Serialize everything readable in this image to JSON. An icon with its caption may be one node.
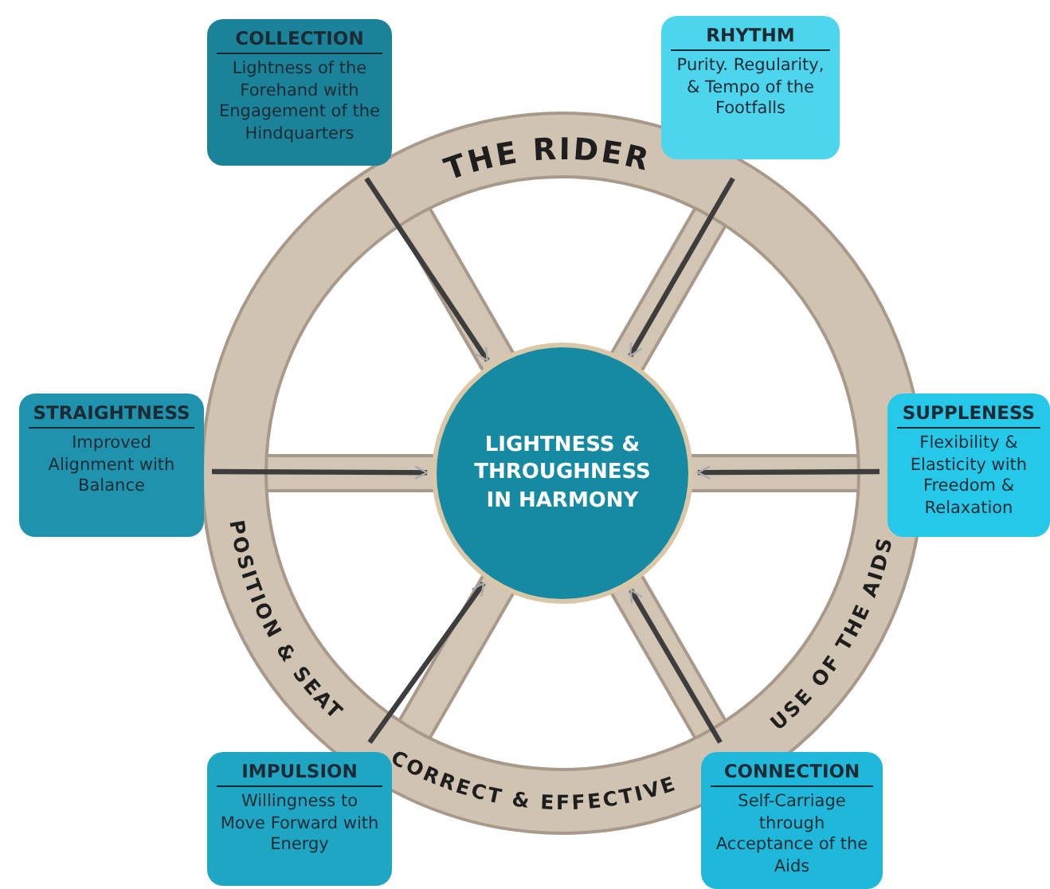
{
  "diagram": {
    "nodes": [
      {
        "text": [
          "COLLECTION",
          "Lightness of the Forehand with Engagement of the Hindquarters"
        ]
      },
      {
        "text": [
          "RHYTHM",
          "Purity. Regularity, & Tempo of the Footfalls"
        ]
      },
      {
        "text": [
          "STRAIGHTNESS",
          "Improved Alignment with Balance"
        ]
      },
      {
        "text": [
          "LIGHTNESS & THROUGHNESS IN HARMONY"
        ]
      },
      {
        "text": [
          "SUPPLENESS",
          "Flexibility & Elasticity with Freedom & Relaxation"
        ]
      },
      {
        "text": [
          "IMPULSION",
          "Willingness to Move Forward with Energy"
        ]
      },
      {
        "text": [
          "CONNECTION",
          "Self-Carriage through Acceptance of the Aids"
        ]
      }
    ],
    "edges": [
      {
        "from": 0,
        "to": 3,
        "arrow": "to"
      },
      {
        "from": 1,
        "to": 3,
        "arrow": "to"
      },
      {
        "from": 2,
        "to": 3,
        "arrow": "to"
      },
      {
        "from": 4,
        "to": 3,
        "arrow": "to"
      },
      {
        "from": 5,
        "to": 3,
        "arrow": "to"
      },
      {
        "from": 6,
        "to": 3,
        "arrow": "to"
      }
    ],
    "labels": [
      "THE RIDER",
      "POSITION & SEAT",
      "CORRECT & EFFECTIVE",
      "USE OF THE AIDS"
    ]
  }
}
